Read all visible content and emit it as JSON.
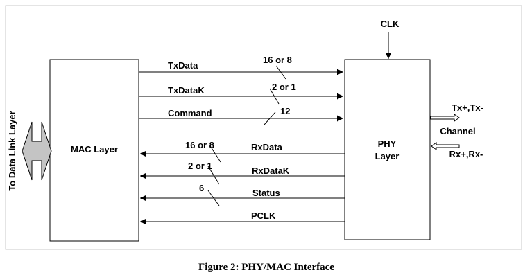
{
  "diagram": {
    "mac_label": "MAC Layer",
    "phy_label_line1": "PHY",
    "phy_label_line2": "Layer",
    "clk_label": "CLK",
    "side_label": "To Data Link Layer",
    "channel_label": "Channel",
    "tx_label": "Tx+,Tx-",
    "rx_label": "Rx+,Rx-",
    "caption": "Figure 2: PHY/MAC Interface",
    "signals": [
      {
        "name": "TxData",
        "width": "16 or 8",
        "direction": "mac-to-phy"
      },
      {
        "name": "TxDataK",
        "width": "2 or 1",
        "direction": "mac-to-phy"
      },
      {
        "name": "Command",
        "width": "12",
        "direction": "mac-to-phy"
      },
      {
        "name": "RxData",
        "width": "16 or 8",
        "direction": "phy-to-mac"
      },
      {
        "name": "RxDataK",
        "width": "2 or 1",
        "direction": "phy-to-mac"
      },
      {
        "name": "Status",
        "width": "6",
        "direction": "phy-to-mac"
      },
      {
        "name": "PCLK",
        "width": "",
        "direction": "phy-to-mac"
      }
    ]
  }
}
